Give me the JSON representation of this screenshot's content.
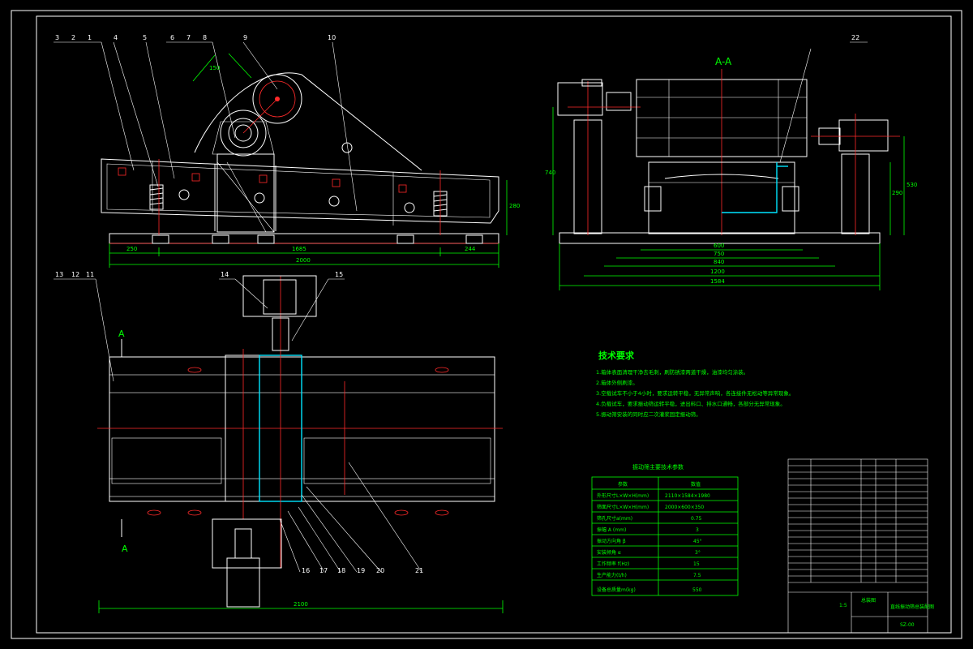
{
  "section_label": "A-A",
  "section_marker": "A",
  "callouts_top_left": [
    "3",
    "2",
    "1",
    "4",
    "5",
    "6",
    "7",
    "8",
    "9",
    "10"
  ],
  "callout_top_right": "22",
  "callouts_mid_left": [
    "13",
    "12",
    "11"
  ],
  "callouts_motor": [
    "14",
    "15"
  ],
  "callouts_bottom": [
    "16",
    "17",
    "18",
    "19",
    "20",
    "21"
  ],
  "dims_front": {
    "left": "250",
    "middle": "1685",
    "overall": "2000",
    "right": "244",
    "height": "280",
    "inclined": "150"
  },
  "dims_section": {
    "d1": "600",
    "d2": "750",
    "d3": "840",
    "d4": "1200",
    "d5": "1584",
    "h_left": "740",
    "h_right": "530",
    "h_small": "290"
  },
  "dims_plan": {
    "overall": "2100"
  },
  "tech_title": "技术要求",
  "tech_lines": [
    "1.箱体表面清理干净去毛刺，刷防锈漆两道干燥，油漆均匀涂装。",
    "2.箱体外侧刷漆。",
    "3.空载试车不小于4小时，要求运转平稳，无异常声响，各连接件无松动等异常现象。",
    "4.负载试车，要求振动筛运转平稳，进出料口、排水口通畅，各部分无异常现象。",
    "5.振动筛安装的同时应二次灌浆固定振动筛。"
  ],
  "table_title": "振动筛主要技术参数",
  "table_header": [
    "参数",
    "数值"
  ],
  "table_rows": [
    [
      "外形尺寸L×W×H(mm)",
      "2110×1584×1980"
    ],
    [
      "筛面尺寸L×W×H(mm)",
      "2000×600×350"
    ],
    [
      "筛孔尺寸a(mm)",
      "0.75"
    ],
    [
      "振幅 A (mm)",
      "3"
    ],
    [
      "振动方向角 β",
      "45°"
    ],
    [
      "安装倾角 α",
      "3°"
    ],
    [
      "工作频率 f(Hz)",
      "15"
    ],
    [
      "生产能力(t/h)",
      "7.5"
    ],
    [
      "设备总质量m(kg)",
      "550"
    ]
  ],
  "title_block": {
    "drawing_no": "SZ-00",
    "title_text": "直线振动筛总装配图",
    "company": "总装图",
    "ratio": "1:5"
  },
  "colors": {
    "background": "#000000",
    "lines": "#ffffff",
    "centerline": "#ff2a2a",
    "dimension": "#00ff00",
    "highlight": "#00e5ff"
  }
}
